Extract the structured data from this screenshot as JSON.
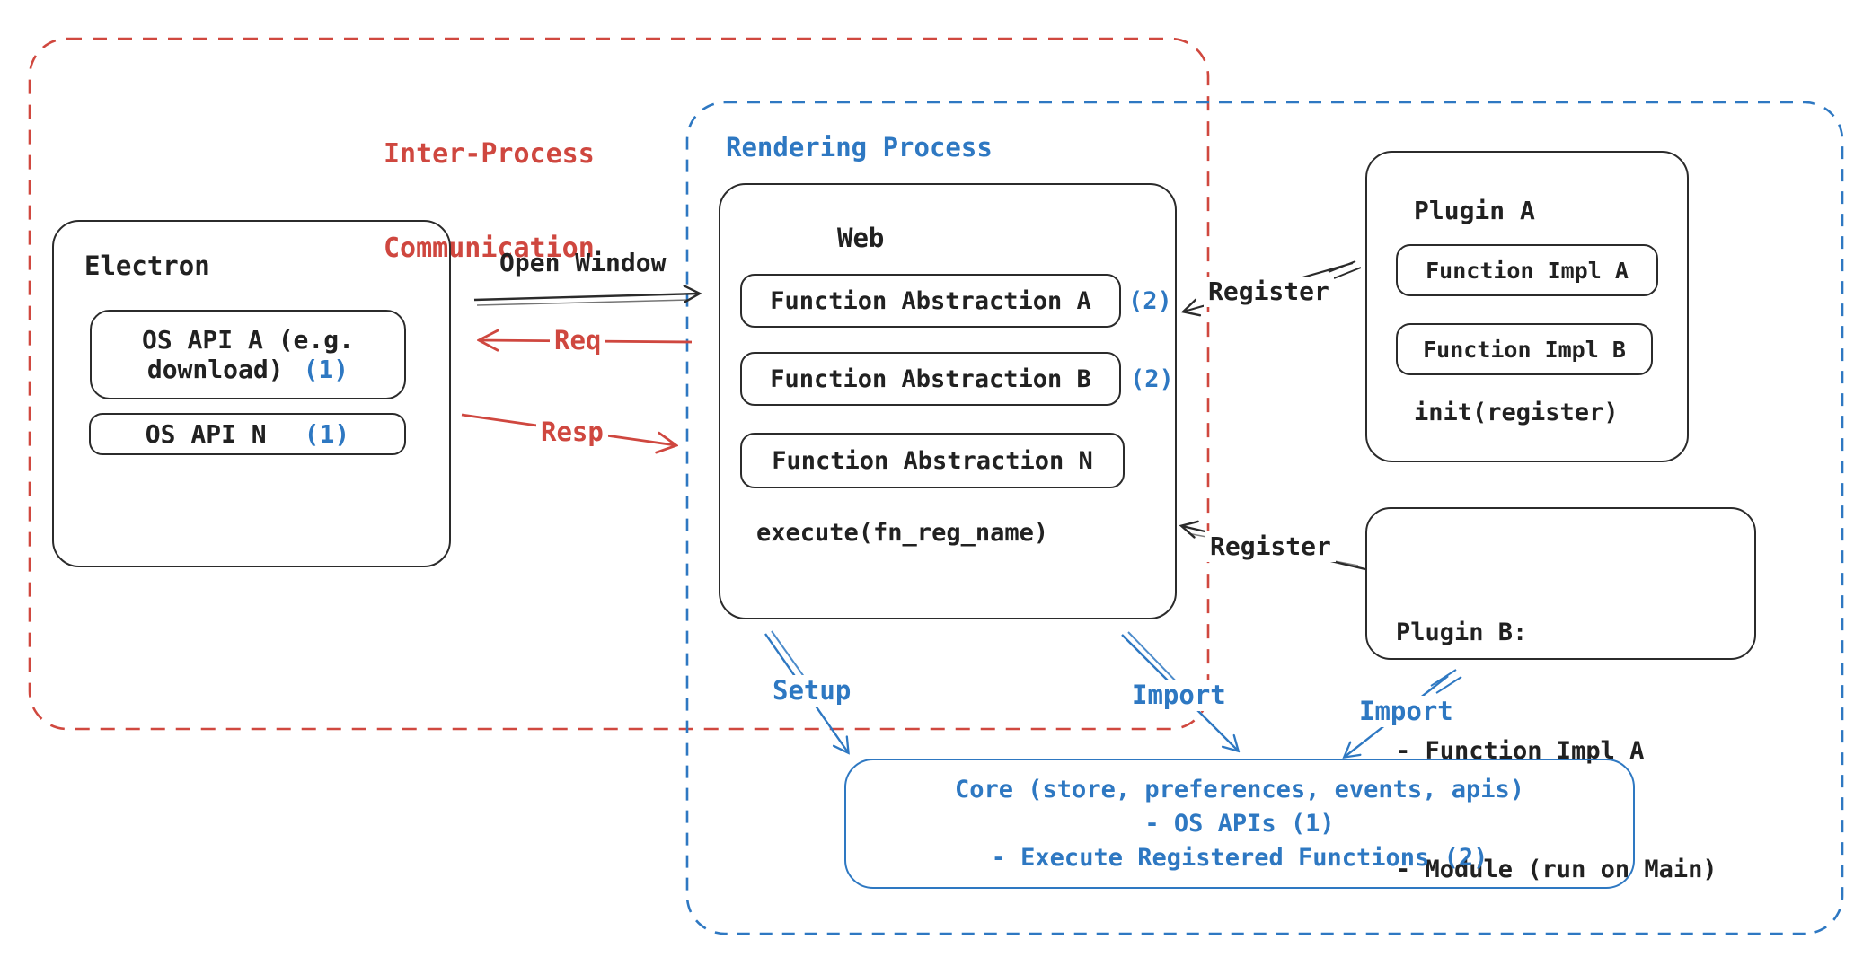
{
  "colors": {
    "red": "#cf473f",
    "blue": "#2e78c2",
    "ink": "#212121"
  },
  "groups": {
    "ipc": {
      "line1": "Inter-Process",
      "line2": "Communication"
    },
    "rendering": {
      "label": "Rendering Process"
    }
  },
  "electron": {
    "title": "Electron",
    "os_api_a_line1": "OS API A (e.g.",
    "os_api_a_line2": "download)",
    "os_api_a_badge": "(1)",
    "os_api_n_label": "OS API N",
    "os_api_n_badge": "(1)"
  },
  "web": {
    "title": "Web",
    "fa_a": "Function Abstraction A",
    "fa_a_badge": "(2)",
    "fa_b": "Function Abstraction B",
    "fa_b_badge": "(2)",
    "fa_n": "Function Abstraction N",
    "execute": "execute(fn_reg_name)"
  },
  "plugin_a": {
    "title": "Plugin A",
    "impl_a": "Function Impl A",
    "impl_b": "Function Impl B",
    "init": "init(register)"
  },
  "plugin_b": {
    "title": "Plugin B:",
    "item_1": "- Function Impl A",
    "item_2": "- Module (run on Main)"
  },
  "core": {
    "line1": "Core (store, preferences, events, apis)",
    "line2": "- OS APIs (1)",
    "line3": "- Execute Registered Functions (2)"
  },
  "connectors": {
    "open_window": "Open Window",
    "req": "Req",
    "resp": "Resp",
    "register_top": "Register",
    "register_bottom": "Register",
    "setup": "Setup",
    "import_core": "Import",
    "import_plugin_b": "Import"
  }
}
